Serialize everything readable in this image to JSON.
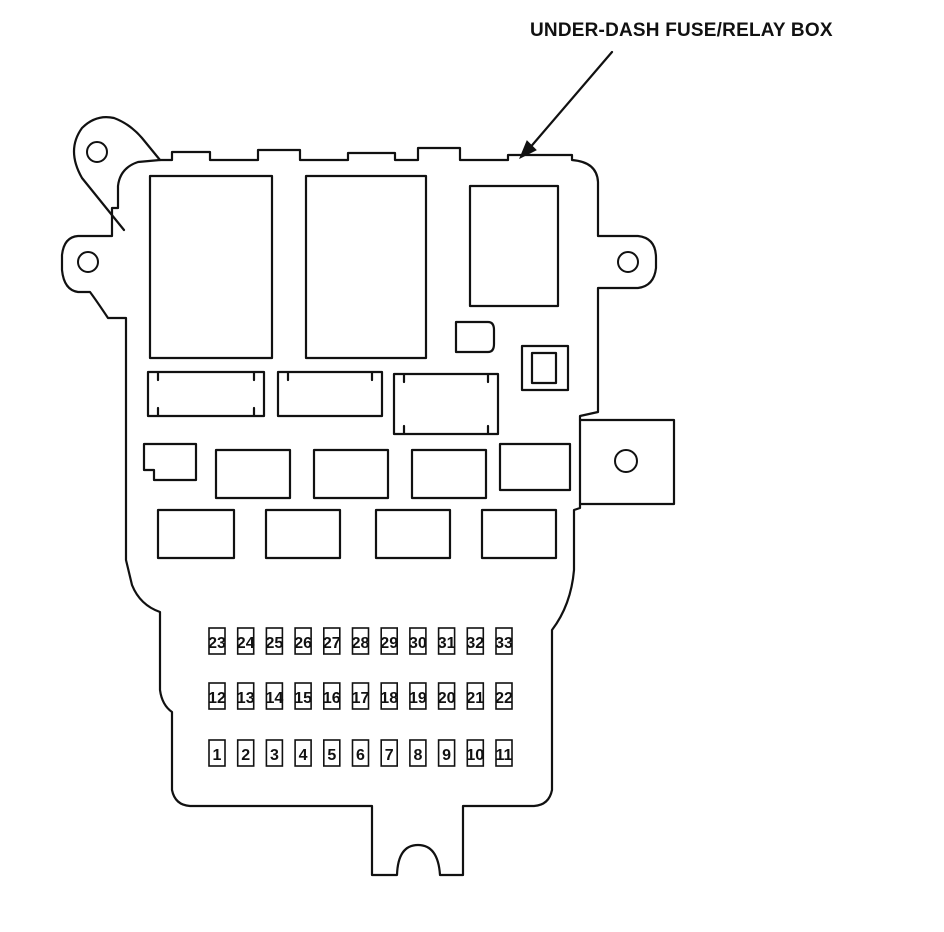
{
  "diagram": {
    "callout_label": "UNDER-DASH FUSE/RELAY BOX",
    "colors": {
      "ink": "#111111",
      "paper": "#ffffff"
    },
    "fuse_rows": [
      {
        "row": "top",
        "fuses": [
          "23",
          "24",
          "25",
          "26",
          "27",
          "28",
          "29",
          "30",
          "31",
          "32",
          "33"
        ]
      },
      {
        "row": "middle",
        "fuses": [
          "12",
          "13",
          "14",
          "15",
          "16",
          "17",
          "18",
          "19",
          "20",
          "21",
          "22"
        ]
      },
      {
        "row": "bottom",
        "fuses": [
          "1",
          "2",
          "3",
          "4",
          "5",
          "6",
          "7",
          "8",
          "9",
          "10",
          "11"
        ]
      }
    ]
  }
}
